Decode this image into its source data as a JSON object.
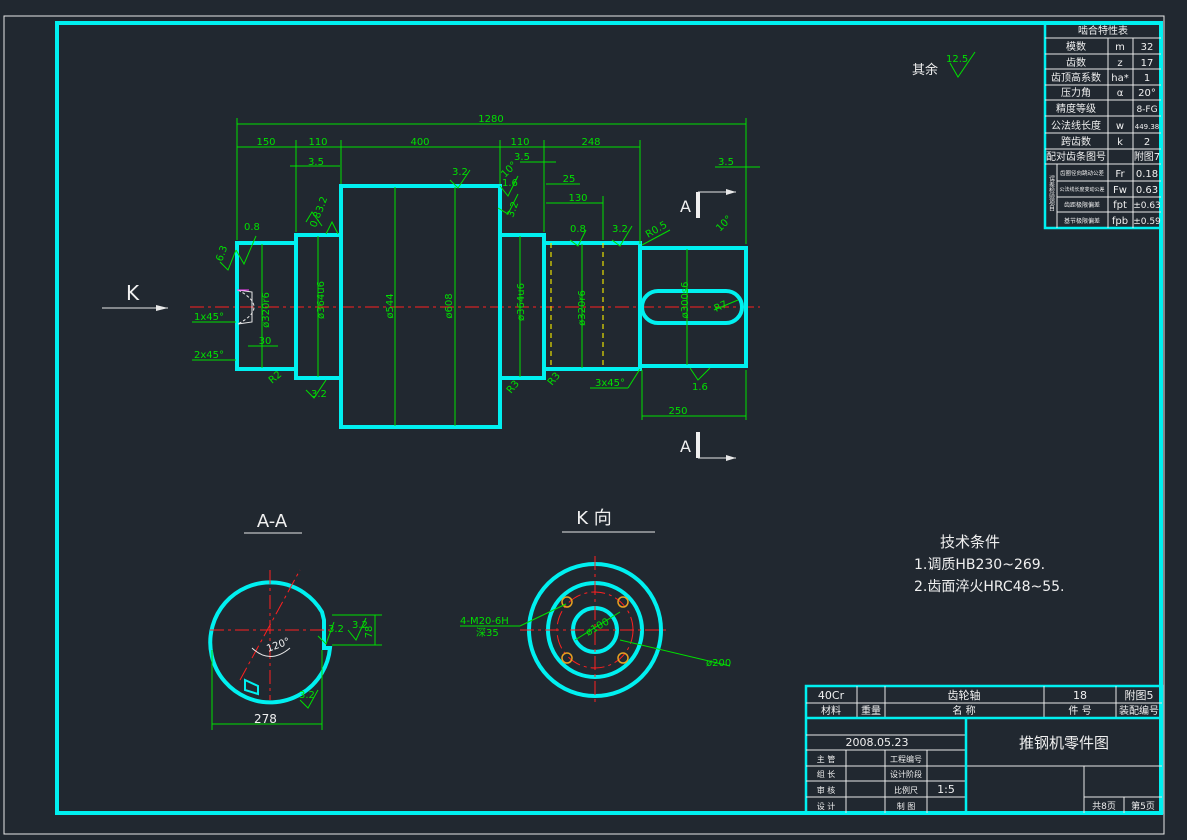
{
  "drawing_title": "推钢机零件图",
  "part_name": "齿轮轴",
  "material": "40Cr",
  "date": "2008.05.23",
  "scale_value": "1:5",
  "quantity": "18",
  "figure_no": "附图5",
  "sheet_total": "共8页",
  "sheet_no": "第5页",
  "surface_note_label": "其余",
  "surface_note_value": "12.5",
  "view_k_label": "K",
  "view_a_label": "A",
  "section_aa_title": "A-A",
  "view_k_title": "K  向",
  "tech": {
    "title": "技术条件",
    "line1": "1.调质HB230~269.",
    "line2": "2.齿面淬火HRC48~55."
  },
  "gear_table": {
    "title": "啮合特性表",
    "rows": [
      [
        "模数",
        "m",
        "32"
      ],
      [
        "齿数",
        "z",
        "17"
      ],
      [
        "齿顶高系数",
        "ha*",
        "1"
      ],
      [
        "压力角",
        "α",
        "20°"
      ],
      [
        "精度等级",
        "",
        "8-FG"
      ],
      [
        "公法线长度",
        "w",
        "449.38"
      ],
      [
        "跨齿数",
        "k",
        "2"
      ],
      [
        "配对齿条图号",
        "",
        "附图7"
      ],
      [
        "齿圈径向跳动公差",
        "Fr",
        "0.18"
      ],
      [
        "公法线长度变动公差",
        "Fw",
        "0.63"
      ],
      [
        "齿距极限偏差",
        "fpt",
        "±0.63"
      ],
      [
        "基节极限偏差",
        "fpb",
        "±0.59"
      ]
    ],
    "side_label": "误差检验项目"
  },
  "title_block": {
    "material_label": "材料",
    "weight_label": "重量",
    "name_label": "名  称",
    "count_label": "件 号",
    "assembly_label": "装配编号",
    "role_labels": [
      "主 管",
      "组 长",
      "审 核",
      "设 计"
    ],
    "field_labels": [
      "工程编号",
      "设计阶段",
      "比例尺",
      "制  图"
    ]
  },
  "dimensions": {
    "overall_length": "1280",
    "seg1": "150",
    "seg2": "110",
    "seg3": "400",
    "seg4": "110",
    "seg5": "248",
    "chamfer_a": "3.5",
    "chamfer_b": "3.5",
    "chamfer_c": "3.5",
    "len25": "25",
    "len130": "130",
    "len250": "250",
    "len30": "30",
    "d1": "ø320r6",
    "d2": "ø364u6",
    "d3": "ø544",
    "d4": "ø608",
    "d5": "ø364u6",
    "d6": "ø320r6",
    "d7": "ø300s6",
    "r_a": "R2",
    "r_b": "R3",
    "r_c": "R3",
    "r_d": "R0.5",
    "r_e": "R7",
    "chamfer1": "1x45°",
    "chamfer2": "2x45°",
    "chamfer3": "3x45°",
    "rough_08a": "0.8",
    "rough_63": "6.3",
    "rough_32a": "3.2",
    "rough_32b": "3.2",
    "rough_32c": "3.2",
    "rough_32d": "3.2",
    "rough_32e": "3.2",
    "rough_16a": "1.6",
    "rough_16b": "1.6",
    "rough_08b": "0.8",
    "rough_08c": "0.8",
    "key_width": "78",
    "key_depth": "278",
    "angle": "120°",
    "thread": "4-M20-6H",
    "thread_depth": "深35",
    "bolt_circle": "ø100",
    "outer_dia": "ø200",
    "angle10": "10°"
  }
}
